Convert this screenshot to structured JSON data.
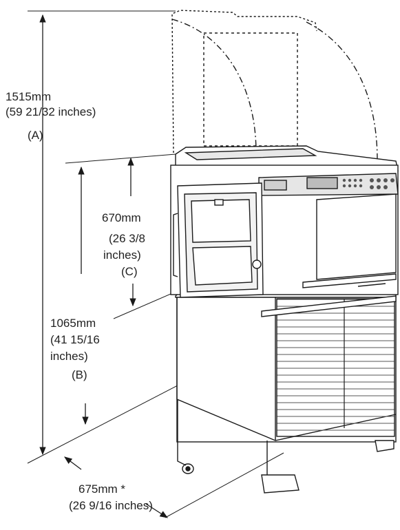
{
  "dimensions": {
    "a": {
      "value": "1515mm",
      "imperial": "(59 21/32 inches)",
      "tag": "(A)"
    },
    "c": {
      "value": "670mm",
      "imperial_line1": "(26 3/8",
      "imperial_line2": "inches)",
      "tag": "(C)"
    },
    "b": {
      "value": "1065mm",
      "imperial_line1": "(41 15/16",
      "imperial_line2": "inches)",
      "tag": "(B)"
    },
    "depth": {
      "value": "675mm *",
      "imperial": "(26 9/16 inches)"
    }
  },
  "colors": {
    "line": "#1a1a1a",
    "machine_fill": "#ffffff",
    "panel_fill": "#d9d9d9"
  }
}
